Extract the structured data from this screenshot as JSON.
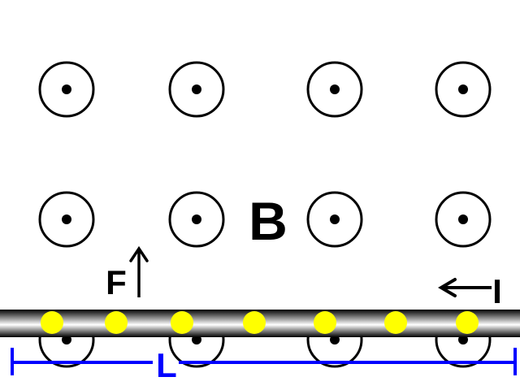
{
  "labels": {
    "field": "B",
    "force": "F",
    "current": "I",
    "length": "L"
  },
  "field": {
    "direction": "out of page",
    "symbol_rows": 3,
    "symbol_cols": 4
  },
  "wire": {
    "charge_count": 7,
    "charge_color": "#ffff00",
    "wire_color": "#000000"
  },
  "arrows": {
    "force_direction": "up",
    "current_direction": "left"
  },
  "colors": {
    "measure": "#0000ff",
    "ink": "#000000",
    "background": "#ffffff"
  }
}
